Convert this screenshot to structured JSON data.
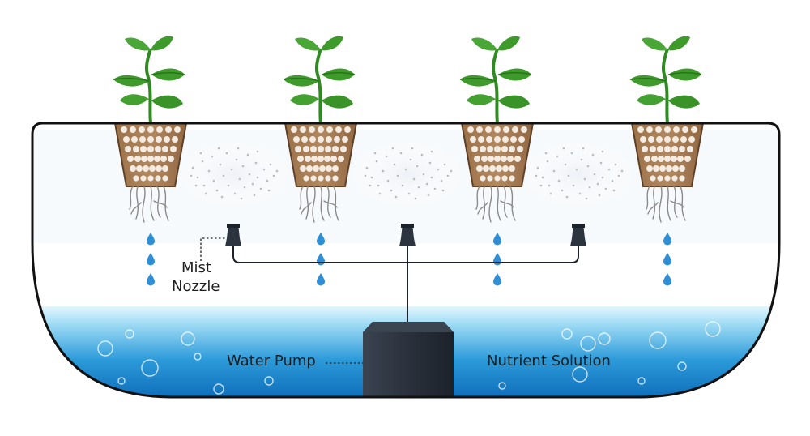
{
  "labels": {
    "mist_nozzle_line1": "Mist",
    "mist_nozzle_line2": "Nozzle",
    "water_pump": "Water Pump",
    "nutrient_solution": "Nutrient Solution"
  },
  "icons": {
    "plant": "plant-icon",
    "net_pot": "net-pot-icon",
    "nozzle": "mist-nozzle-icon",
    "droplet": "water-droplet-icon",
    "bubble": "bubble-icon"
  },
  "colors": {
    "leaf": "#3f9a2c",
    "leaf_dark": "#26721a",
    "pot": "#a57c55",
    "water_top": "#cfeefb",
    "water_bottom": "#0b74c2",
    "droplet": "#2f8fd6",
    "pump": "#2c3440",
    "outline": "#111111"
  }
}
